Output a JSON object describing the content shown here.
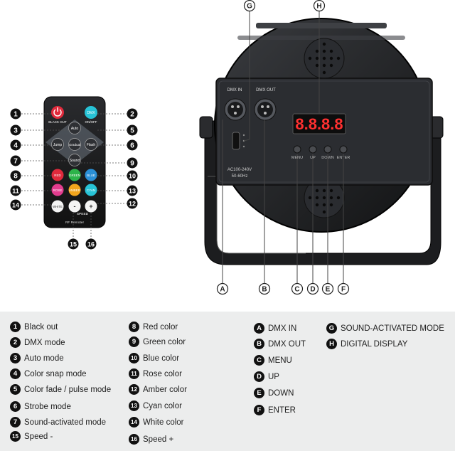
{
  "remote": {
    "caption": "RF Remoter",
    "buttons": {
      "black_out": "BLACK OUT",
      "dmx": "DMX",
      "on_off": "ON/OFF",
      "auto": "Auto",
      "jump": "Jump",
      "gradual": "Gradual",
      "flash": "Flash",
      "sound": "Sound",
      "red": "RED",
      "green": "GREEN",
      "blue": "BLUE",
      "rose": "ROSE",
      "amber": "AMBER",
      "cyan": "CYAN",
      "white": "WHITE",
      "minus": "-",
      "plus": "+",
      "speed": "SPEED"
    },
    "callouts": [
      "1",
      "2",
      "3",
      "4",
      "5",
      "6",
      "7",
      "8",
      "9",
      "10",
      "11",
      "12",
      "13",
      "14",
      "15",
      "16"
    ]
  },
  "fixture": {
    "dmx_in_label": "DMX IN",
    "dmx_out_label": "DMX OUT",
    "display_value": "8.8.8.8",
    "power_label_1": "AC100-240V",
    "power_label_2": "50-60Hz",
    "buttons": [
      "MENU",
      "UP",
      "DOWN",
      "ENTER"
    ],
    "callouts": [
      "G",
      "H",
      "A",
      "B",
      "C",
      "D",
      "E",
      "F"
    ]
  },
  "legend": {
    "col1": [
      {
        "n": "1",
        "label": "Black out"
      },
      {
        "n": "2",
        "label": "DMX mode"
      },
      {
        "n": "3",
        "label": "Auto mode"
      },
      {
        "n": "4",
        "label": "Color snap mode"
      },
      {
        "n": "5",
        "label": "Color fade / pulse mode"
      },
      {
        "n": "6",
        "label": "Strobe mode"
      },
      {
        "n": "7",
        "label": "Sound-activated mode"
      },
      {
        "n": "15",
        "label": "Speed -"
      }
    ],
    "col2": [
      {
        "n": "8",
        "label": "Red color"
      },
      {
        "n": "9",
        "label": "Green color"
      },
      {
        "n": "10",
        "label": "Blue color"
      },
      {
        "n": "11",
        "label": "Rose color"
      },
      {
        "n": "12",
        "label": "Amber color"
      },
      {
        "n": "13",
        "label": "Cyan color"
      },
      {
        "n": "14",
        "label": "White color"
      },
      {
        "n": "16",
        "label": "Speed +"
      }
    ],
    "col3": [
      {
        "n": "A",
        "label": "DMX IN"
      },
      {
        "n": "B",
        "label": "DMX OUT"
      },
      {
        "n": "C",
        "label": "MENU"
      },
      {
        "n": "D",
        "label": "UP"
      },
      {
        "n": "E",
        "label": "DOWN"
      },
      {
        "n": "F",
        "label": "ENTER"
      }
    ],
    "col4": [
      {
        "n": "G",
        "label": "SOUND-ACTIVATED MODE"
      },
      {
        "n": "H",
        "label": "DIGITAL DISPLAY"
      }
    ]
  },
  "colors": {
    "red": "#e02a3c",
    "green": "#2db34a",
    "blue": "#2a8fd6",
    "rose": "#e23c8e",
    "amber": "#f2a51d",
    "cyan": "#27c3d6",
    "display": "#ff3030",
    "legend_bg": "#eceded"
  }
}
